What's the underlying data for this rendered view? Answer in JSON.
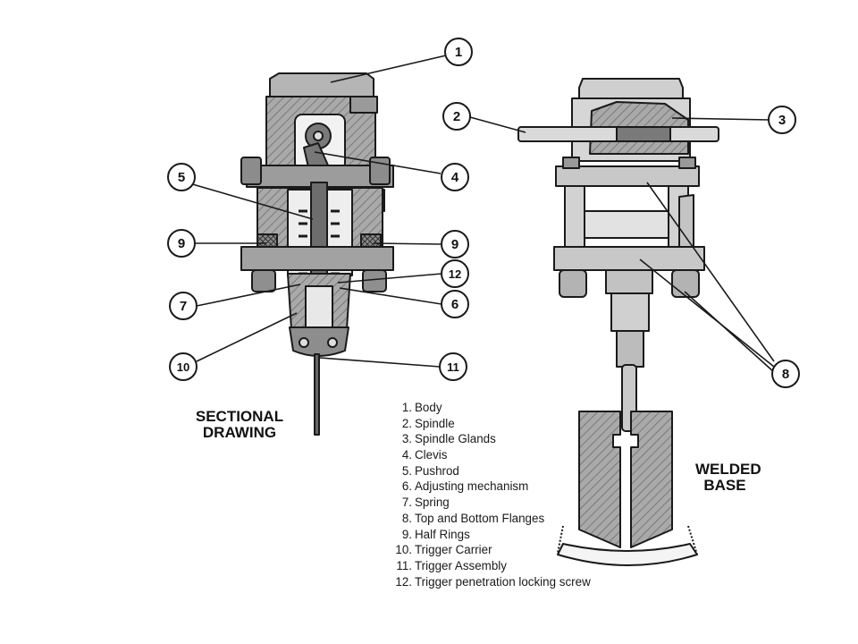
{
  "captions": {
    "sectional_line1": "SECTIONAL",
    "sectional_line2": "DRAWING",
    "welded_line1": "WELDED",
    "welded_line2": "BASE"
  },
  "callouts": [
    "1",
    "2",
    "3",
    "4",
    "5",
    "9",
    "9",
    "12",
    "6",
    "7",
    "10",
    "11",
    "8"
  ],
  "legend": [
    {
      "num": "1.",
      "text": "Body"
    },
    {
      "num": "2.",
      "text": "Spindle"
    },
    {
      "num": "3.",
      "text": "Spindle Glands"
    },
    {
      "num": "4.",
      "text": "Clevis"
    },
    {
      "num": "5.",
      "text": "Pushrod"
    },
    {
      "num": "6.",
      "text": "Adjusting mechanism"
    },
    {
      "num": "7.",
      "text": "Spring"
    },
    {
      "num": "8.",
      "text": "Top and Bottom Flanges"
    },
    {
      "num": "9.",
      "text": "Half Rings"
    },
    {
      "num": "10.",
      "text": "Trigger Carrier"
    },
    {
      "num": "11.",
      "text": "Trigger Assembly"
    },
    {
      "num": "12.",
      "text": "Trigger penetration locking screw"
    }
  ],
  "colors": {
    "ink": "#1a1a1a",
    "body_fill": "#a9a9a9",
    "dark_fill": "#555555",
    "light_fill": "#cfcfcf"
  }
}
